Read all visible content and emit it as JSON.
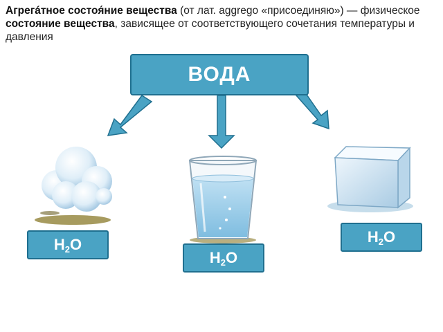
{
  "intro": {
    "term": "Агрегáтное состоя́ние вещества",
    "part2": " (от лат. aggrego «присоединяю») — физическое ",
    "term2": "состояние вещества",
    "part3": ", зависящее от соответствующего сочетания температуры и давления"
  },
  "diagram": {
    "root": "ВОДА",
    "states": [
      {
        "formula_main": "H",
        "formula_sub": "2",
        "formula_end": "O"
      },
      {
        "formula_main": "H",
        "formula_sub": "2",
        "formula_end": "O"
      },
      {
        "formula_main": "H",
        "formula_sub": "2",
        "formula_end": "O"
      }
    ]
  },
  "colors": {
    "box_fill": "#4aa3c4",
    "box_border": "#1f6f8f",
    "arrow_fill": "#4aa3c4"
  }
}
